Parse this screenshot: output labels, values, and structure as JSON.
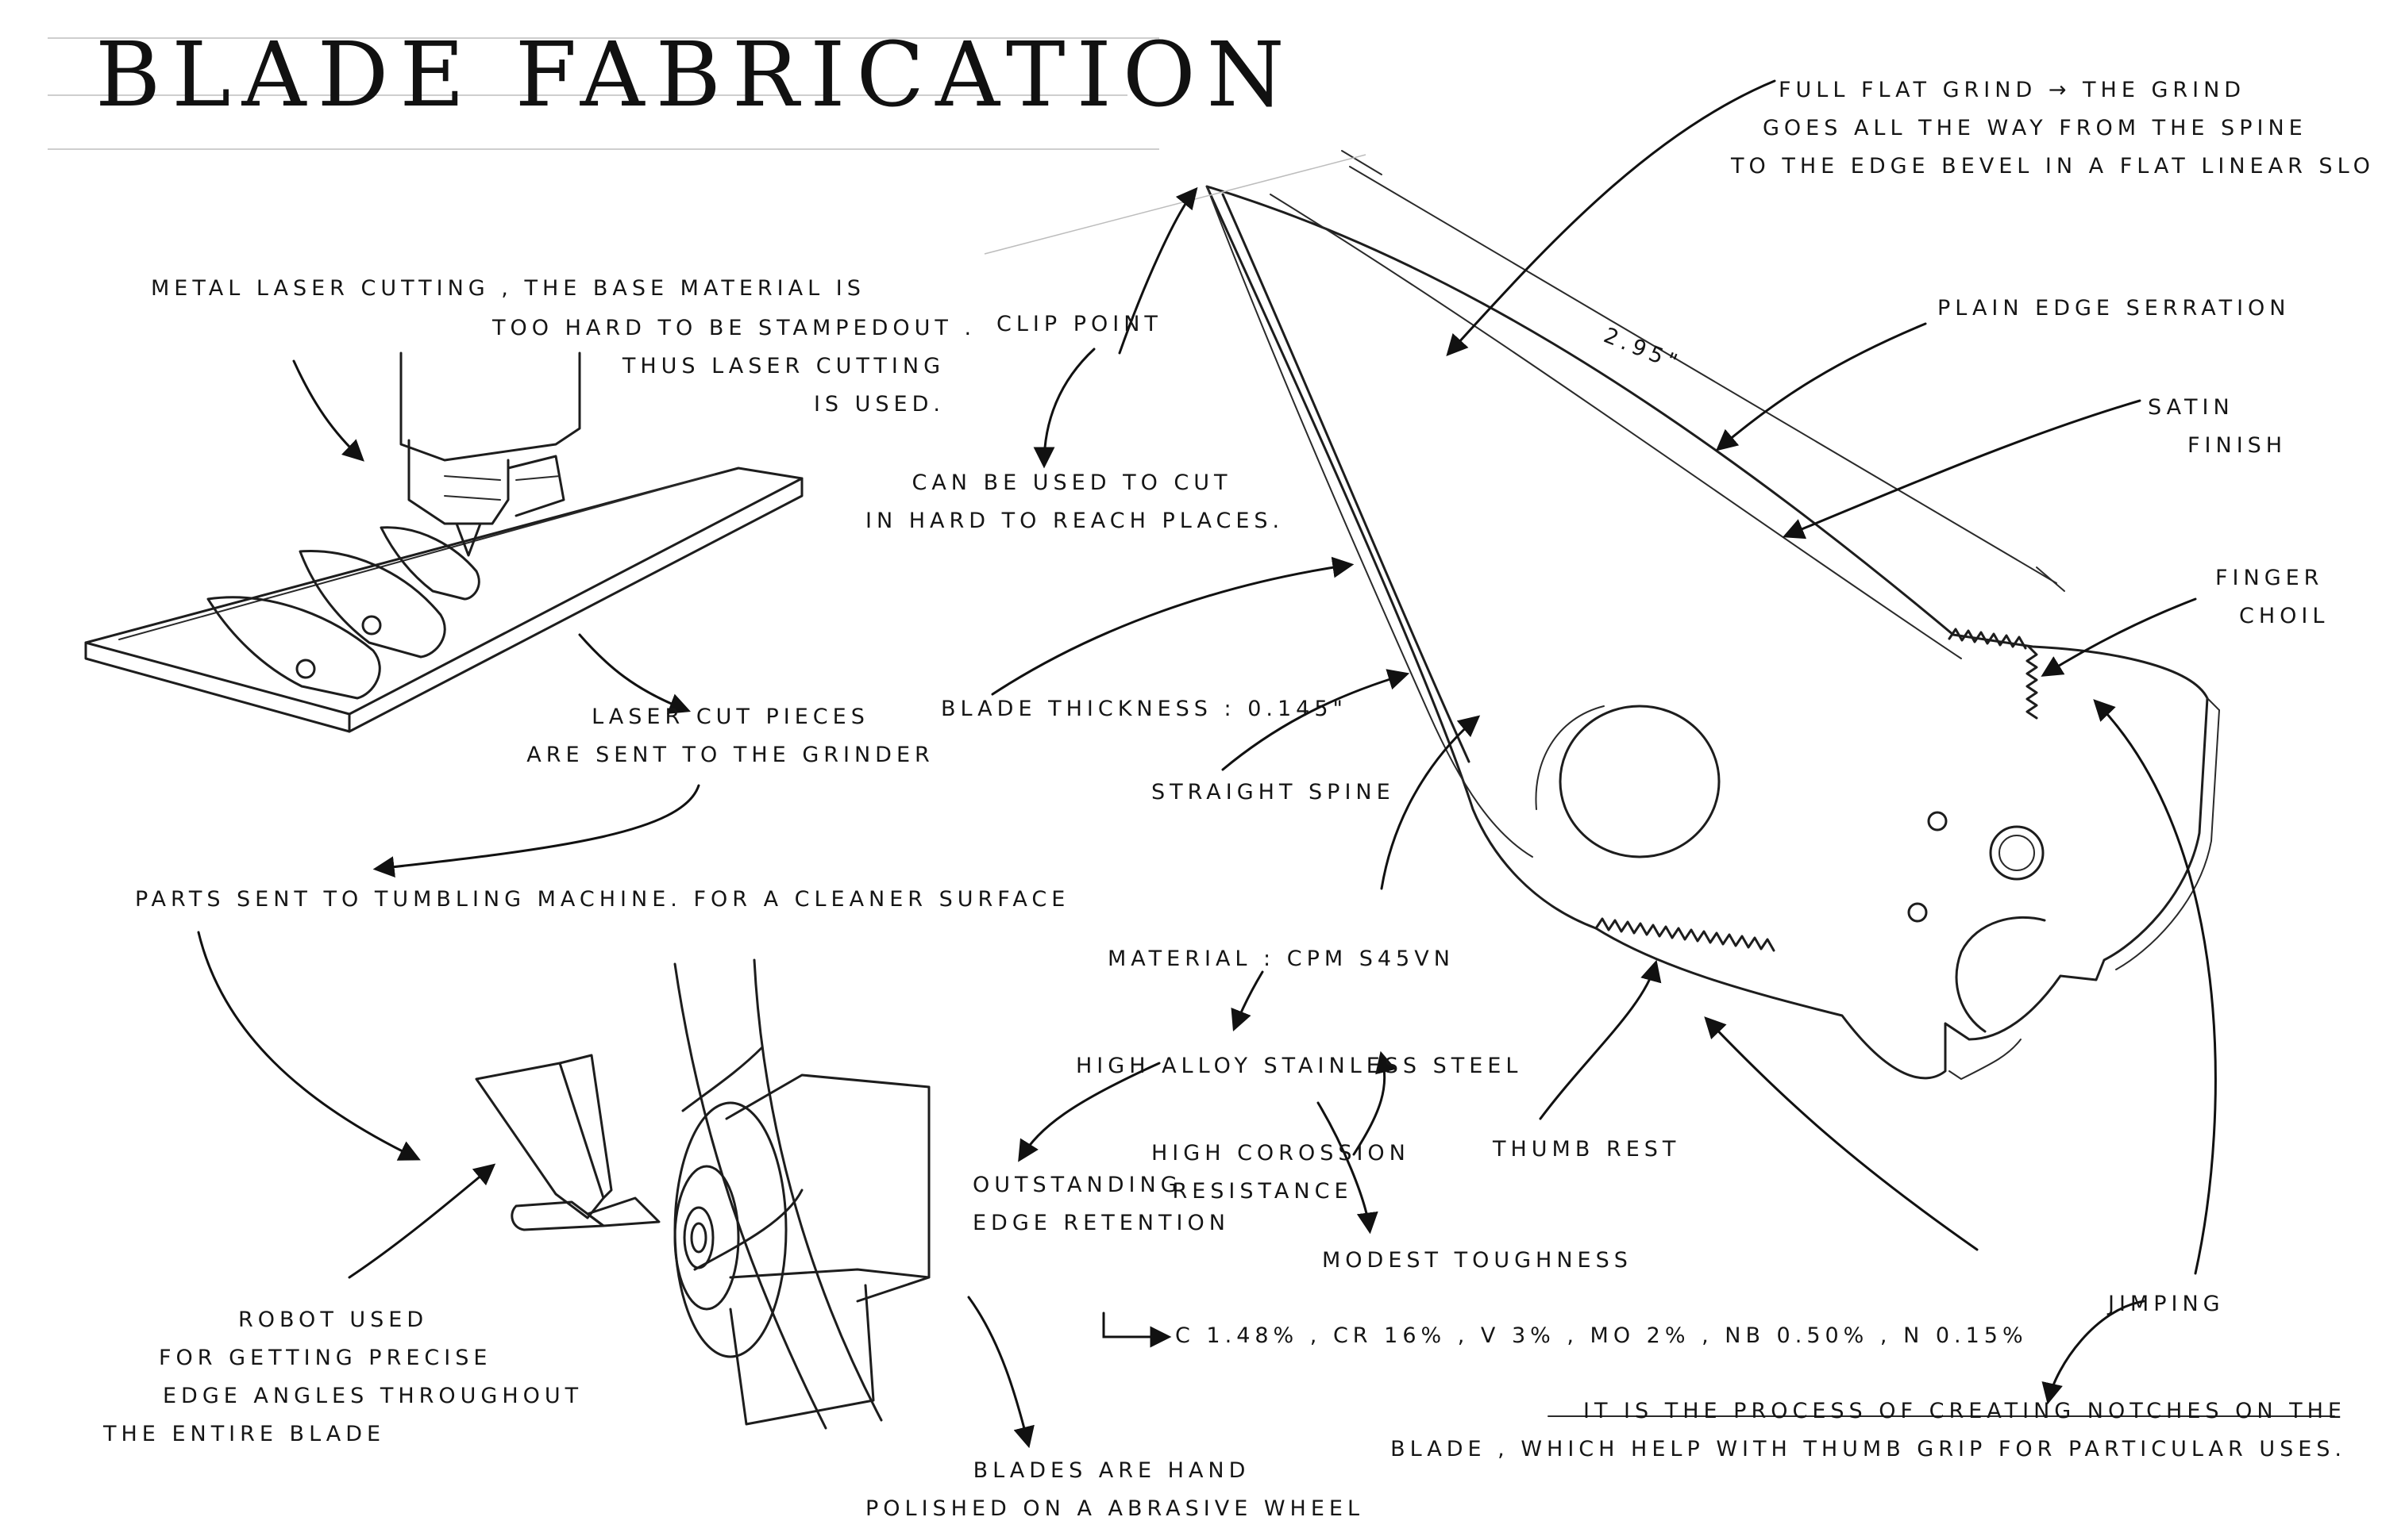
{
  "title": "Blade Fabrication",
  "laser": {
    "line1": "Metal Laser Cutting , the base material is",
    "line2": "too hard to be stampedout .",
    "line3": "thus laser cutting",
    "line4": "is used."
  },
  "clip_point": {
    "label": "Clip Point",
    "desc1": "Can be used to cut",
    "desc2": "in hard to reach places."
  },
  "grind": {
    "line1": "Full Flat Grind → the grind",
    "line2": "goes all the way from the spine",
    "line3": "to the edge bevel in a flat linear slo"
  },
  "dimension": "2.95\"",
  "serration": "Plain Edge Serration",
  "satin": {
    "line1": "Satin",
    "line2": "Finish"
  },
  "finger_choil": {
    "line1": "Finger",
    "line2": "Choil"
  },
  "laser_pieces": {
    "line1": "Laser cut pieces",
    "line2": "are sent to the grinder"
  },
  "blade_thickness": "Blade thickness : 0.145\"",
  "spine": "Straight Spine",
  "tumbling": "Parts sent to tumbling machine. for a cleaner surface",
  "material": "Material : CPM S45VN",
  "alloy": "High Alloy Stainless Steel",
  "retention": {
    "line1": "Outstanding",
    "line2": "Edge Retention"
  },
  "corrosion": {
    "line1": "High Corossion",
    "line2": "Resistance"
  },
  "toughness": "Modest Toughness",
  "composition": "C 1.48% , Cr 16% , V 3% , Mo 2% , Nb 0.50% , N 0.15%",
  "thumb_rest": "Thumb Rest",
  "jimping": {
    "label": "Jimping",
    "desc1": "It is the process of creating notches on the",
    "desc2": "blade , which help with thumb grip for particular uses."
  },
  "robot": {
    "line1": "Robot used",
    "line2": "for getting precise",
    "line3": "edge angles throughout",
    "line4": "the entire blade"
  },
  "polish": {
    "line1": "Blades are hand",
    "line2": "polished on a abrasive wheel"
  }
}
